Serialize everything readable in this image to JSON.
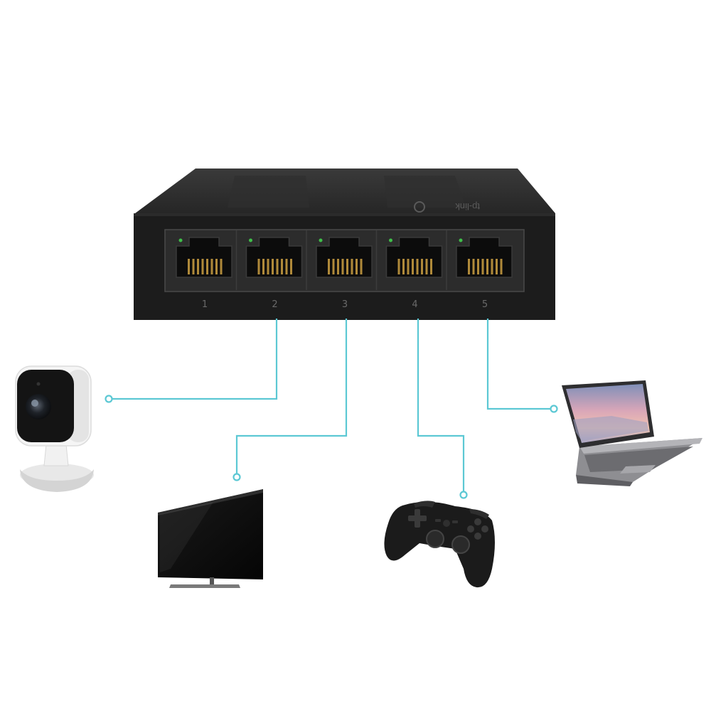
{
  "switch": {
    "brand": "tp-link",
    "ports": [
      "1",
      "2",
      "3",
      "4",
      "5"
    ]
  },
  "colors": {
    "connector": "#5cc8d4",
    "switch_body": "#1c1c1c",
    "port_led": "#3fbf4a"
  },
  "devices": [
    {
      "name": "security-camera",
      "port": "2"
    },
    {
      "name": "television",
      "port": "3"
    },
    {
      "name": "game-controller",
      "port": "4"
    },
    {
      "name": "laptop",
      "port": "5"
    }
  ]
}
